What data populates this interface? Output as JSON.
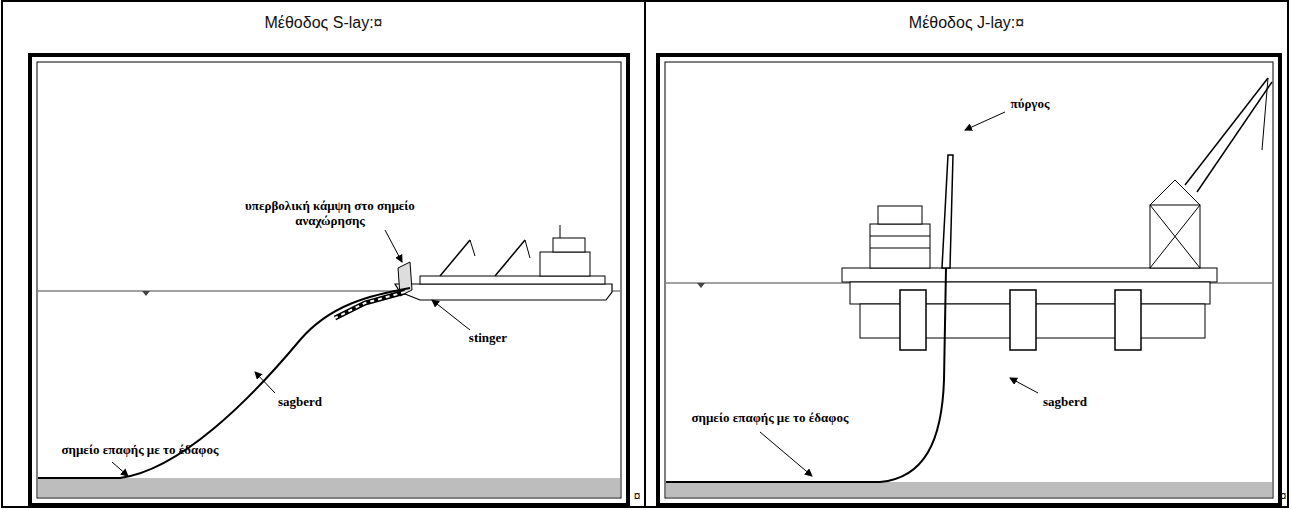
{
  "diagram": {
    "nodes": [
      {
        "text": [
          "Μέθοδος S-lay:¤"
        ]
      },
      {
        "text": [
          "Μέθοδος J-lay:¤"
        ]
      }
    ],
    "labels": [
      "υπερβολική κάμψη στο σημείο αναχώρησης",
      "stinger",
      "σημείο επαφής με το έδαφος",
      "sagberd",
      "¤",
      "πύργος",
      "σημείο επαφής με το έδαφος",
      "sagberd",
      "¤"
    ]
  }
}
